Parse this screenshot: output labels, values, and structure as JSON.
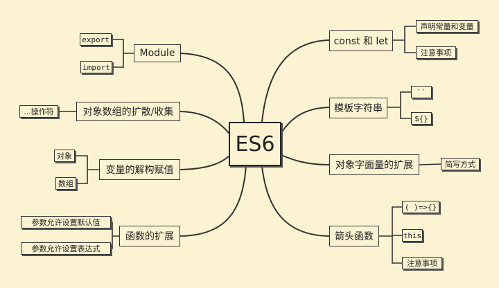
{
  "center": "ES6",
  "left": [
    {
      "key": "module",
      "label": "Module",
      "children": [
        "export",
        "import"
      ]
    },
    {
      "key": "array",
      "label": "对象数组的扩散/收集",
      "children": [
        "...操作符"
      ]
    },
    {
      "key": "destructure",
      "label": "变量的解构赋值",
      "children": [
        "对象",
        "数组"
      ]
    },
    {
      "key": "function",
      "label": "函数的扩展",
      "children": [
        "参数允许设置默认值",
        "参数允许设置表达式"
      ]
    }
  ],
  "right": [
    {
      "key": "constlet",
      "label": "const 和 let",
      "children": [
        "声明常量和变量",
        "注意事项"
      ]
    },
    {
      "key": "template",
      "label": "模板字符串",
      "children": [
        "``",
        "${}"
      ]
    },
    {
      "key": "object",
      "label": "对象字面量的扩展",
      "children": [
        "简写方式"
      ]
    },
    {
      "key": "arrow",
      "label": "箭头函数",
      "children": [
        "( )=>{}",
        "this",
        "注意事项"
      ]
    }
  ]
}
